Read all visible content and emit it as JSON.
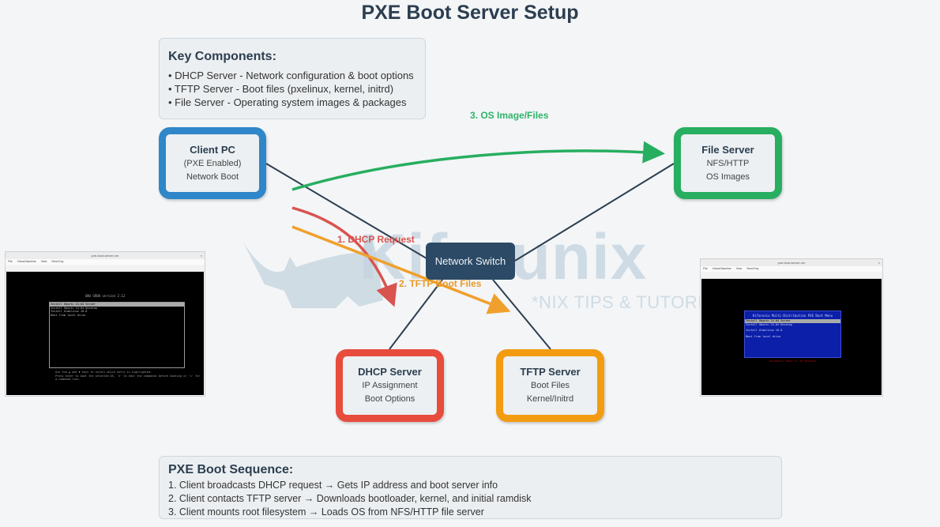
{
  "title": "PXE Boot Server Setup",
  "key_components": {
    "heading": "Key Components:",
    "items": [
      "• DHCP Server - Network configuration & boot options",
      "• TFTP Server - Boot files (pxelinux, kernel, initrd)",
      "• File Server - Operating system images & packages"
    ]
  },
  "nodes": {
    "client": {
      "name": "Client PC",
      "lines": [
        "(PXE Enabled)",
        "Network Boot"
      ],
      "color": "#2f86c9"
    },
    "file": {
      "name": "File Server",
      "lines": [
        "NFS/HTTP",
        "OS Images"
      ],
      "color": "#27ae60"
    },
    "dhcp": {
      "name": "DHCP Server",
      "lines": [
        "IP Assignment",
        "Boot Options"
      ],
      "color": "#e74c3c"
    },
    "tftp": {
      "name": "TFTP Server",
      "lines": [
        "Boot Files",
        "Kernel/Initrd"
      ],
      "color": "#f39c12"
    },
    "switch": {
      "name": "Network Switch",
      "color": "#2c4a66"
    }
  },
  "flows": [
    {
      "label": "1. DHCP Request",
      "from": "client",
      "to": "dhcp",
      "color": "#d9534f"
    },
    {
      "label": "2. TFTP Boot Files",
      "from": "client",
      "to": "tftp",
      "color": "#f0a02c"
    },
    {
      "label": "3. OS Image/Files",
      "from": "client",
      "to": "file",
      "color": "#27ae60"
    }
  ],
  "sequence": {
    "heading": "PXE Boot Sequence:",
    "steps": [
      "1. Client broadcasts DHCP request → Gets IP address and boot server info",
      "2. Client contacts TFTP server → Downloads bootloader, kernel, and initial ramdisk",
      "3. Client mounts root filesystem → Loads OS from NFS/HTTP file server"
    ]
  },
  "watermark": {
    "brand": "Kifarunix",
    "tagline": "*NIX TIPS & TUTORIALS"
  },
  "screenshots": {
    "left": {
      "window_title": "pxe-boot-server-vm",
      "menu": [
        "File",
        "Virtual Machine",
        "View",
        "Send Key"
      ],
      "header": "GNU GRUB  version 2.12",
      "items": [
        "Install Ubuntu 24.04 Server",
        "Install Ubuntu 24.04 Desktop",
        "Install Almalinux 10.0",
        "Boot from local drive"
      ],
      "help": [
        "Use the ▲ and ▼ keys to select which entry is highlighted.",
        "Press enter to boot the selected OS, 'e' to edit the commands before booting or 'c' for",
        "a command-line."
      ]
    },
    "right": {
      "window_title": "pxe-boot-server-vm",
      "menu": [
        "File",
        "Virtual Machine",
        "View",
        "Send Key"
      ],
      "header": "Kifarunix Multi-Distribution PXE Boot Menu",
      "items": [
        "Install Ubuntu 24.04 Server",
        "Install Ubuntu 24.04 Desktop",
        "Install Almalinux 10.0",
        "Boot from local drive"
      ],
      "footer": "Automatic boot in 30 seconds"
    }
  }
}
